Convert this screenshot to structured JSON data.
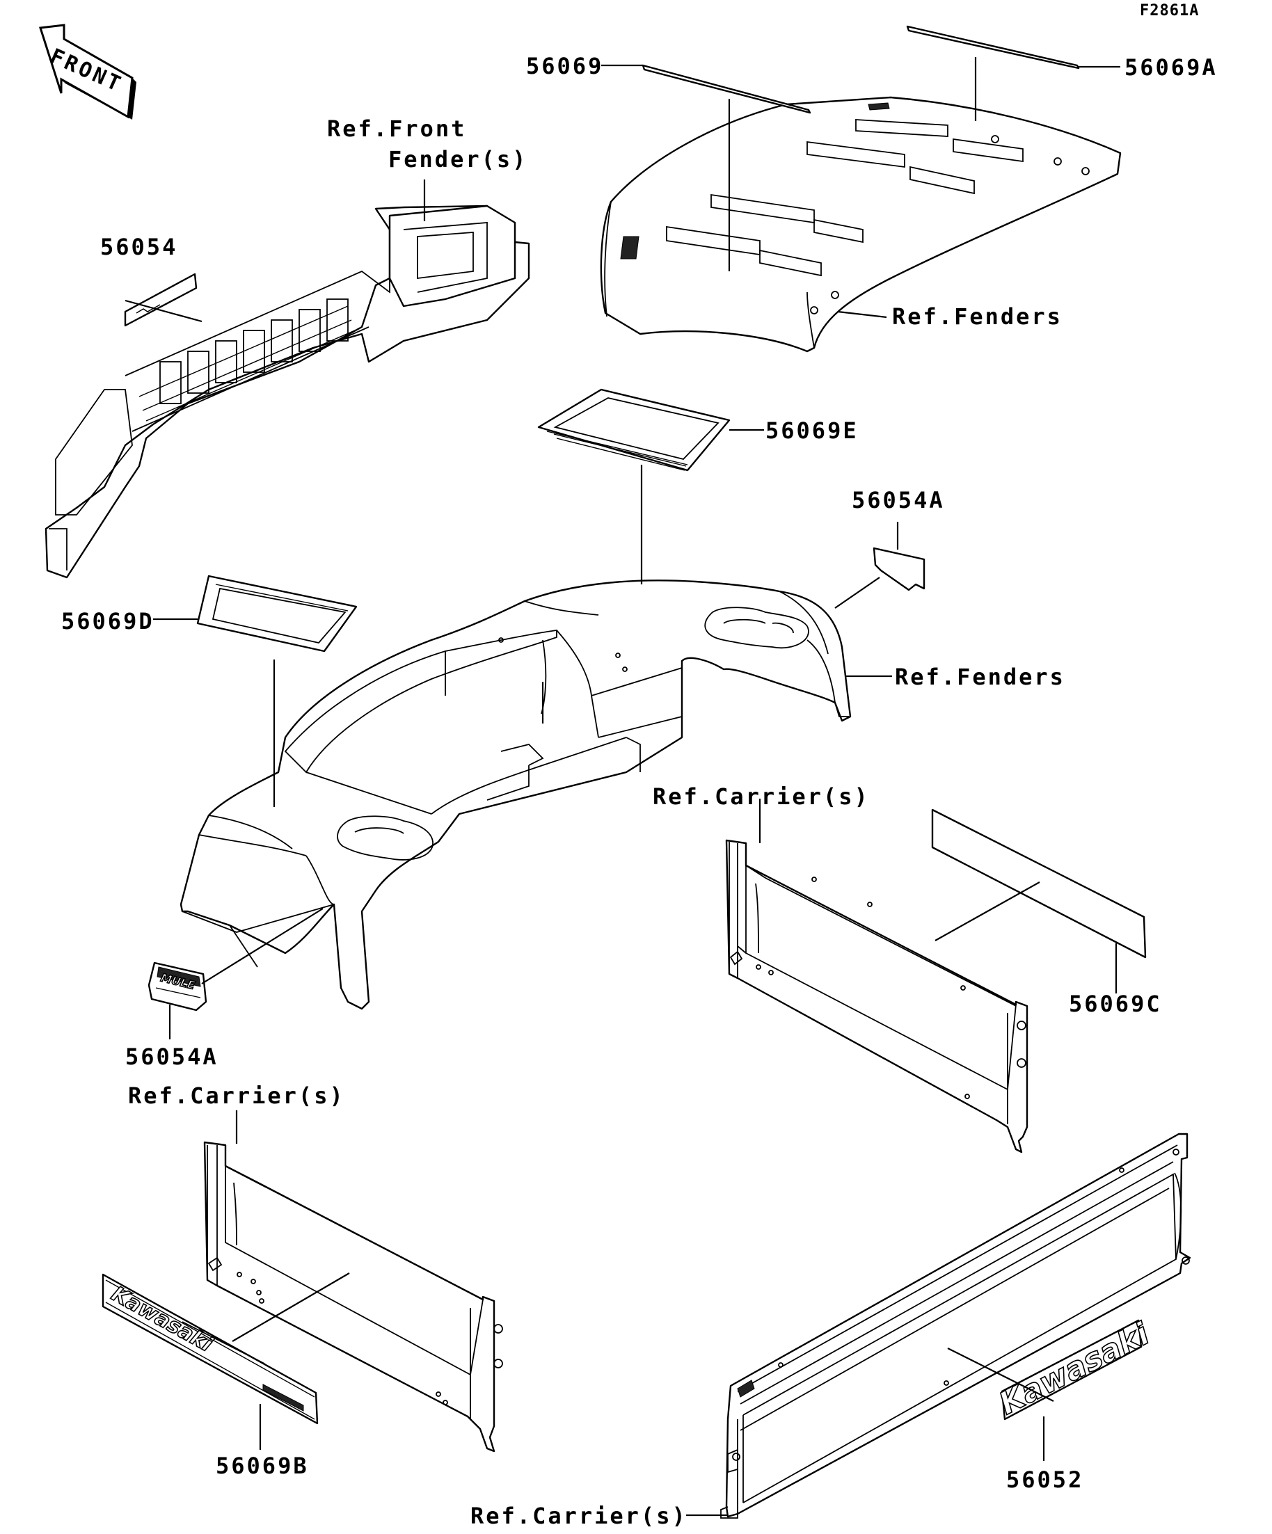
{
  "figure_id": "F2861A",
  "front_arrow": {
    "text": "FRONT"
  },
  "labels": {
    "p56069": "56069",
    "p56069A": "56069A",
    "ref_front_fender_line1": "Ref.Front",
    "ref_front_fender_line2": "Fender(s)",
    "p56054": "56054",
    "ref_fenders_top": "Ref.Fenders",
    "p56069E": "56069E",
    "p56054A_top": "56054A",
    "p56069D": "56069D",
    "ref_fenders_mid": "Ref.Fenders",
    "ref_carrier_right": "Ref.Carrier(s)",
    "p56069C": "56069C",
    "p56054A_bottom": "56054A",
    "ref_carrier_left": "Ref.Carrier(s)",
    "p56069B": "56069B",
    "ref_carrier_bottom": "Ref.Carrier(s)",
    "p56052": "56052"
  },
  "decal_text": {
    "kawasaki": "Kawasaki",
    "mule": "MULE"
  }
}
